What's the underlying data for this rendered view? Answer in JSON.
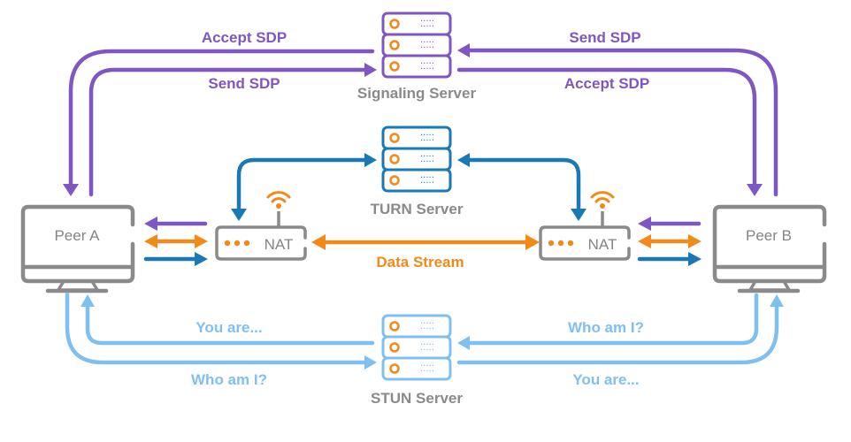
{
  "colors": {
    "signaling": "#7e57c2",
    "turn": "#1a78b4",
    "stun": "#7fc0f0",
    "data": "#f28a1a",
    "device": "#8a8a8c",
    "server_light": "#f28a1a"
  },
  "servers": {
    "signaling": {
      "label": "Signaling Server"
    },
    "turn": {
      "label": "TURN Server"
    },
    "stun": {
      "label": "STUN Server"
    }
  },
  "peers": {
    "a": {
      "label": "Peer A"
    },
    "b": {
      "label": "Peer B"
    }
  },
  "nats": {
    "a": {
      "label": "NAT"
    },
    "b": {
      "label": "NAT"
    }
  },
  "flows": {
    "signaling_left_top": "Accept SDP",
    "signaling_left_bottom": "Send SDP",
    "signaling_right_top": "Send SDP",
    "signaling_right_bottom": "Accept SDP",
    "data_stream": "Data Stream",
    "stun_left_top": "You are...",
    "stun_left_bottom": "Who am I?",
    "stun_right_top": "Who am I?",
    "stun_right_bottom": "You are..."
  }
}
